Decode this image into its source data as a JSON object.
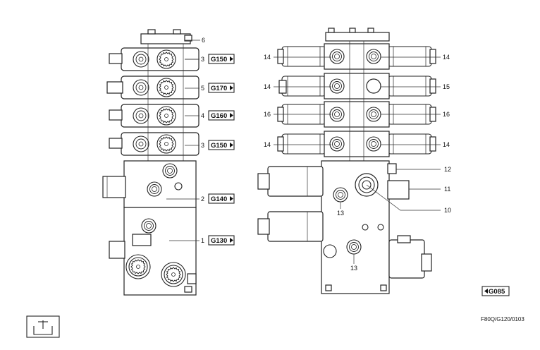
{
  "callouts_left": [
    {
      "num": "6"
    },
    {
      "num": "3",
      "ref": "G150"
    },
    {
      "num": "5",
      "ref": "G170"
    },
    {
      "num": "4",
      "ref": "G160"
    },
    {
      "num": "3",
      "ref": "G150"
    },
    {
      "num": "2",
      "ref": "G140"
    },
    {
      "num": "1",
      "ref": "G130"
    }
  ],
  "callouts_right": {
    "row1_left": "14",
    "row1_right": "14",
    "row2_left": "14",
    "row2_right": "15",
    "row3_left": "16",
    "row3_right": "16",
    "row4_left": "14",
    "row4_right": "14",
    "item12": "12",
    "item11": "11",
    "item10": "10",
    "item13a": "13",
    "item13b": "13"
  },
  "back_ref": "G085",
  "drawing_code": "F80Q/G120/0103"
}
